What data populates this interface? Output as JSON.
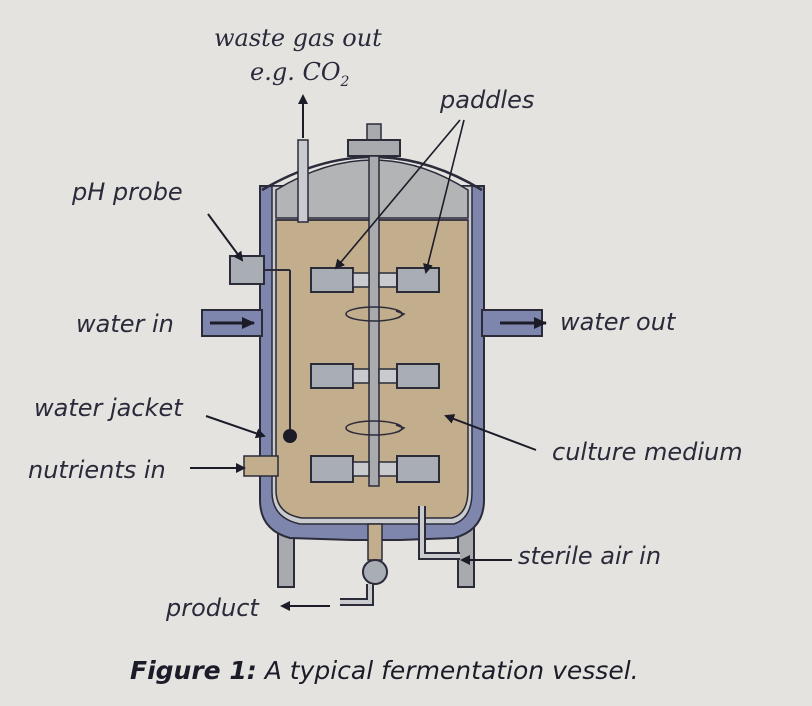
{
  "diagram": {
    "labels": {
      "waste_gas_out": "waste gas out",
      "co2": "e.g. CO",
      "co2_subscript": "2",
      "paddles": "paddles",
      "ph_probe": "pH probe",
      "water_in": "water in",
      "water_out": "water out",
      "water_jacket": "water jacket",
      "nutrients_in": "nutrients in",
      "culture_medium": "culture medium",
      "sterile_air_in": "sterile air in",
      "product": "product"
    },
    "caption": {
      "figure_label": "Figure 1:",
      "text": "A typical fermentation vessel."
    },
    "colors": {
      "page": "#e4e3e0",
      "jacket": "#7e86ad",
      "medium": "#c2ad8c",
      "headspace": "#b3b4b6",
      "paddle": "#a9adb4",
      "arrow": "#1c1c28"
    }
  }
}
